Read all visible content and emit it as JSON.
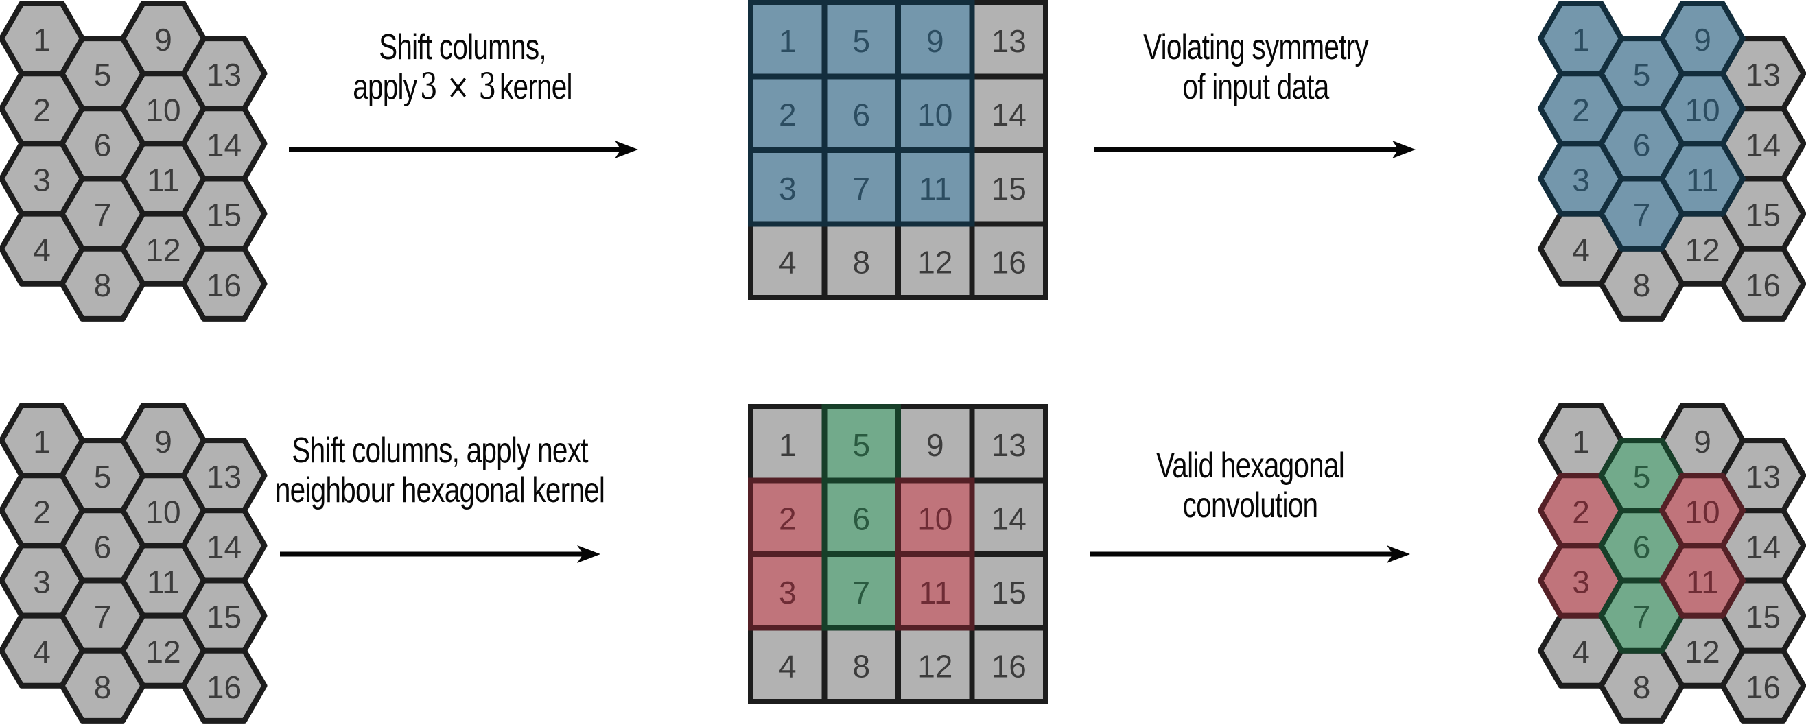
{
  "colors": {
    "gray": {
      "fill": "#b2b2b2",
      "stroke": "#1d1d1d",
      "text": "#3c3c3c"
    },
    "blue": {
      "fill": "#7497ac",
      "stroke": "#132e3d",
      "text": "#2c4d61"
    },
    "green": {
      "fill": "#72aa8b",
      "stroke": "#173f29",
      "text": "#2a5a40"
    },
    "red": {
      "fill": "#c0747b",
      "stroke": "#542026",
      "text": "#6e2c35"
    },
    "arrow": "#050505",
    "label_text": "#070707",
    "background": "#ffffff"
  },
  "labels": {
    "top_left": {
      "line1": "Shift columns,",
      "line2_pre": "apply",
      "line2_math": "3 × 3",
      "line2_post": "kernel"
    },
    "top_right": {
      "line1": "Violating symmetry",
      "line2": "of input data"
    },
    "bottom_left": {
      "line1": "Shift columns, apply next",
      "line2": "neighbour hexagonal kernel"
    },
    "bottom_right": {
      "line1": "Valid hexagonal",
      "line2": "convolution"
    }
  },
  "grids": [
    {
      "id": "hex-input-top",
      "type": "hex",
      "numbers": [
        1,
        2,
        3,
        4,
        5,
        6,
        7,
        8,
        9,
        10,
        11,
        12,
        13,
        14,
        15,
        16
      ],
      "cell_colors": [
        "gray",
        "gray",
        "gray",
        "gray",
        "gray",
        "gray",
        "gray",
        "gray",
        "gray",
        "gray",
        "gray",
        "gray",
        "gray",
        "gray",
        "gray",
        "gray"
      ]
    },
    {
      "id": "square-top",
      "type": "square",
      "numbers": [
        1,
        2,
        3,
        4,
        5,
        6,
        7,
        8,
        9,
        10,
        11,
        12,
        13,
        14,
        15,
        16
      ],
      "cell_colors": [
        "blue",
        "blue",
        "blue",
        "gray",
        "blue",
        "blue",
        "blue",
        "gray",
        "blue",
        "blue",
        "blue",
        "gray",
        "gray",
        "gray",
        "gray",
        "gray"
      ]
    },
    {
      "id": "hex-output-top",
      "type": "hex",
      "numbers": [
        1,
        2,
        3,
        4,
        5,
        6,
        7,
        8,
        9,
        10,
        11,
        12,
        13,
        14,
        15,
        16
      ],
      "cell_colors": [
        "blue",
        "blue",
        "blue",
        "gray",
        "blue",
        "blue",
        "blue",
        "gray",
        "blue",
        "blue",
        "blue",
        "gray",
        "gray",
        "gray",
        "gray",
        "gray"
      ]
    },
    {
      "id": "hex-input-bottom",
      "type": "hex",
      "numbers": [
        1,
        2,
        3,
        4,
        5,
        6,
        7,
        8,
        9,
        10,
        11,
        12,
        13,
        14,
        15,
        16
      ],
      "cell_colors": [
        "gray",
        "gray",
        "gray",
        "gray",
        "gray",
        "gray",
        "gray",
        "gray",
        "gray",
        "gray",
        "gray",
        "gray",
        "gray",
        "gray",
        "gray",
        "gray"
      ]
    },
    {
      "id": "square-bottom",
      "type": "square",
      "numbers": [
        1,
        2,
        3,
        4,
        5,
        6,
        7,
        8,
        9,
        10,
        11,
        12,
        13,
        14,
        15,
        16
      ],
      "cell_colors": [
        "gray",
        "red",
        "red",
        "gray",
        "green",
        "green",
        "green",
        "gray",
        "gray",
        "red",
        "red",
        "gray",
        "gray",
        "gray",
        "gray",
        "gray"
      ]
    },
    {
      "id": "hex-output-bottom",
      "type": "hex",
      "numbers": [
        1,
        2,
        3,
        4,
        5,
        6,
        7,
        8,
        9,
        10,
        11,
        12,
        13,
        14,
        15,
        16
      ],
      "cell_colors": [
        "gray",
        "red",
        "red",
        "gray",
        "green",
        "green",
        "green",
        "gray",
        "gray",
        "red",
        "red",
        "gray",
        "gray",
        "gray",
        "gray",
        "gray"
      ]
    }
  ]
}
